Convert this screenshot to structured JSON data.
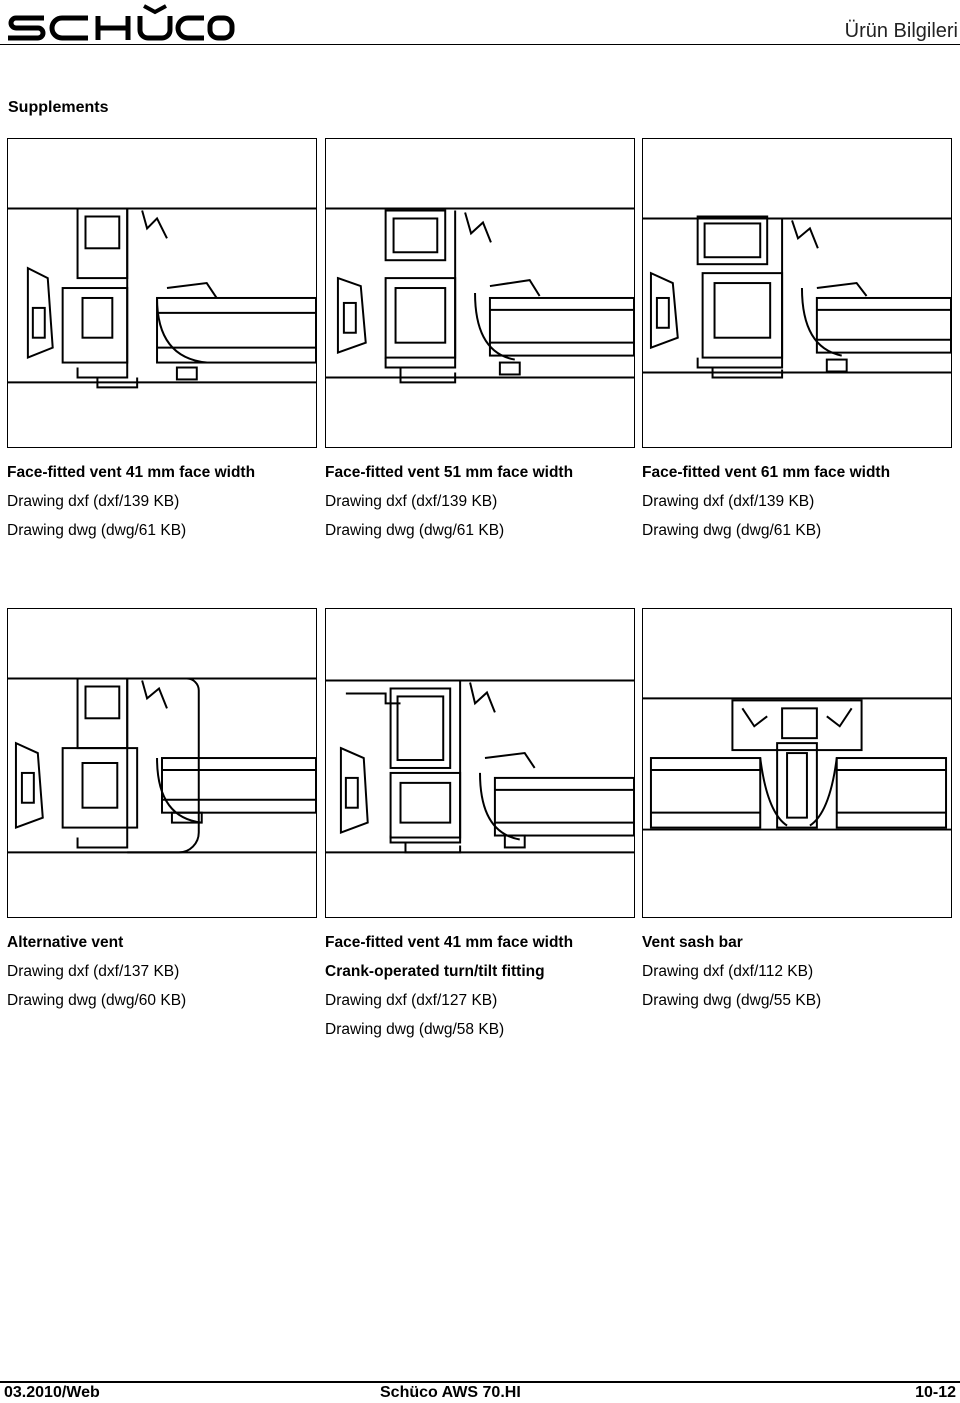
{
  "header": {
    "logo_text": "SCHÜCO",
    "title": "Ürün Bilgileri"
  },
  "section": {
    "title": "Supplements"
  },
  "items": [
    {
      "lines": [
        "Face-fitted vent 41 mm face width",
        "Drawing dxf (dxf/139 KB)",
        "Drawing dwg (dwg/61 KB)"
      ]
    },
    {
      "lines": [
        "Face-fitted vent 51 mm face width",
        "Drawing dxf (dxf/139 KB)",
        "Drawing dwg (dwg/61 KB)"
      ]
    },
    {
      "lines": [
        "Face-fitted vent 61 mm face width",
        "Drawing dxf (dxf/139 KB)",
        "Drawing dwg (dwg/61 KB)"
      ]
    },
    {
      "lines": [
        "Alternative vent",
        "Drawing dxf (dxf/137 KB)",
        "Drawing dwg (dwg/60 KB)"
      ]
    },
    {
      "lines": [
        "Face-fitted vent 41 mm face width",
        "Crank-operated turn/tilt fitting",
        "Drawing dxf (dxf/127 KB)",
        "Drawing dwg (dwg/58 KB)"
      ]
    },
    {
      "lines": [
        "Vent sash bar",
        "Drawing dxf (dxf/112 KB)",
        "Drawing dwg (dwg/55 KB)"
      ]
    }
  ],
  "footer": {
    "left": "03.2010/Web",
    "center": "Schüco AWS 70.HI",
    "right": "10-12"
  }
}
